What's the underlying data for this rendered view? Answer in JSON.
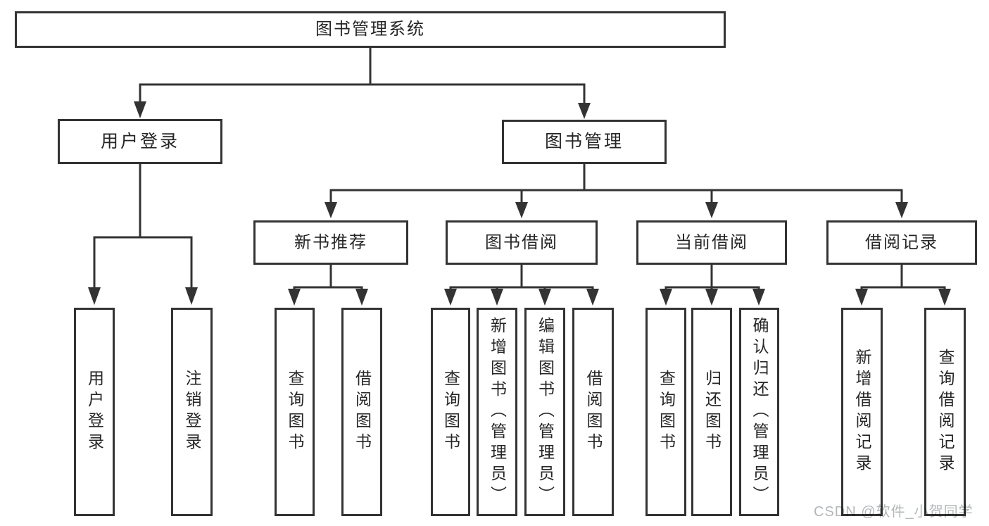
{
  "tree": {
    "root": {
      "label": "图书管理系统"
    },
    "branches": [
      {
        "label": "用户登录",
        "children": [
          {
            "label": "用户登录"
          },
          {
            "label": "注销登录"
          }
        ]
      },
      {
        "label": "图书管理",
        "children": [
          {
            "label": "新书推荐",
            "children": [
              {
                "label": "查询图书"
              },
              {
                "label": "借阅图书"
              }
            ]
          },
          {
            "label": "图书借阅",
            "children": [
              {
                "label": "查询图书"
              },
              {
                "label": "新增图书（管理员）"
              },
              {
                "label": "编辑图书（管理员）"
              },
              {
                "label": "借阅图书"
              }
            ]
          },
          {
            "label": "当前借阅",
            "children": [
              {
                "label": "查询图书"
              },
              {
                "label": "归还图书"
              },
              {
                "label": "确认归还（管理员）"
              }
            ]
          },
          {
            "label": "借阅记录",
            "children": [
              {
                "label": "新增借阅记录"
              },
              {
                "label": "查询借阅记录"
              }
            ]
          }
        ]
      }
    ]
  },
  "watermark": {
    "text": "CSDN @软件_小贺同学",
    "color": "#b4b7b9"
  },
  "colors": {
    "line": "#333333",
    "box_border": "#333333",
    "text": "#262626",
    "background": "#ffffff"
  }
}
